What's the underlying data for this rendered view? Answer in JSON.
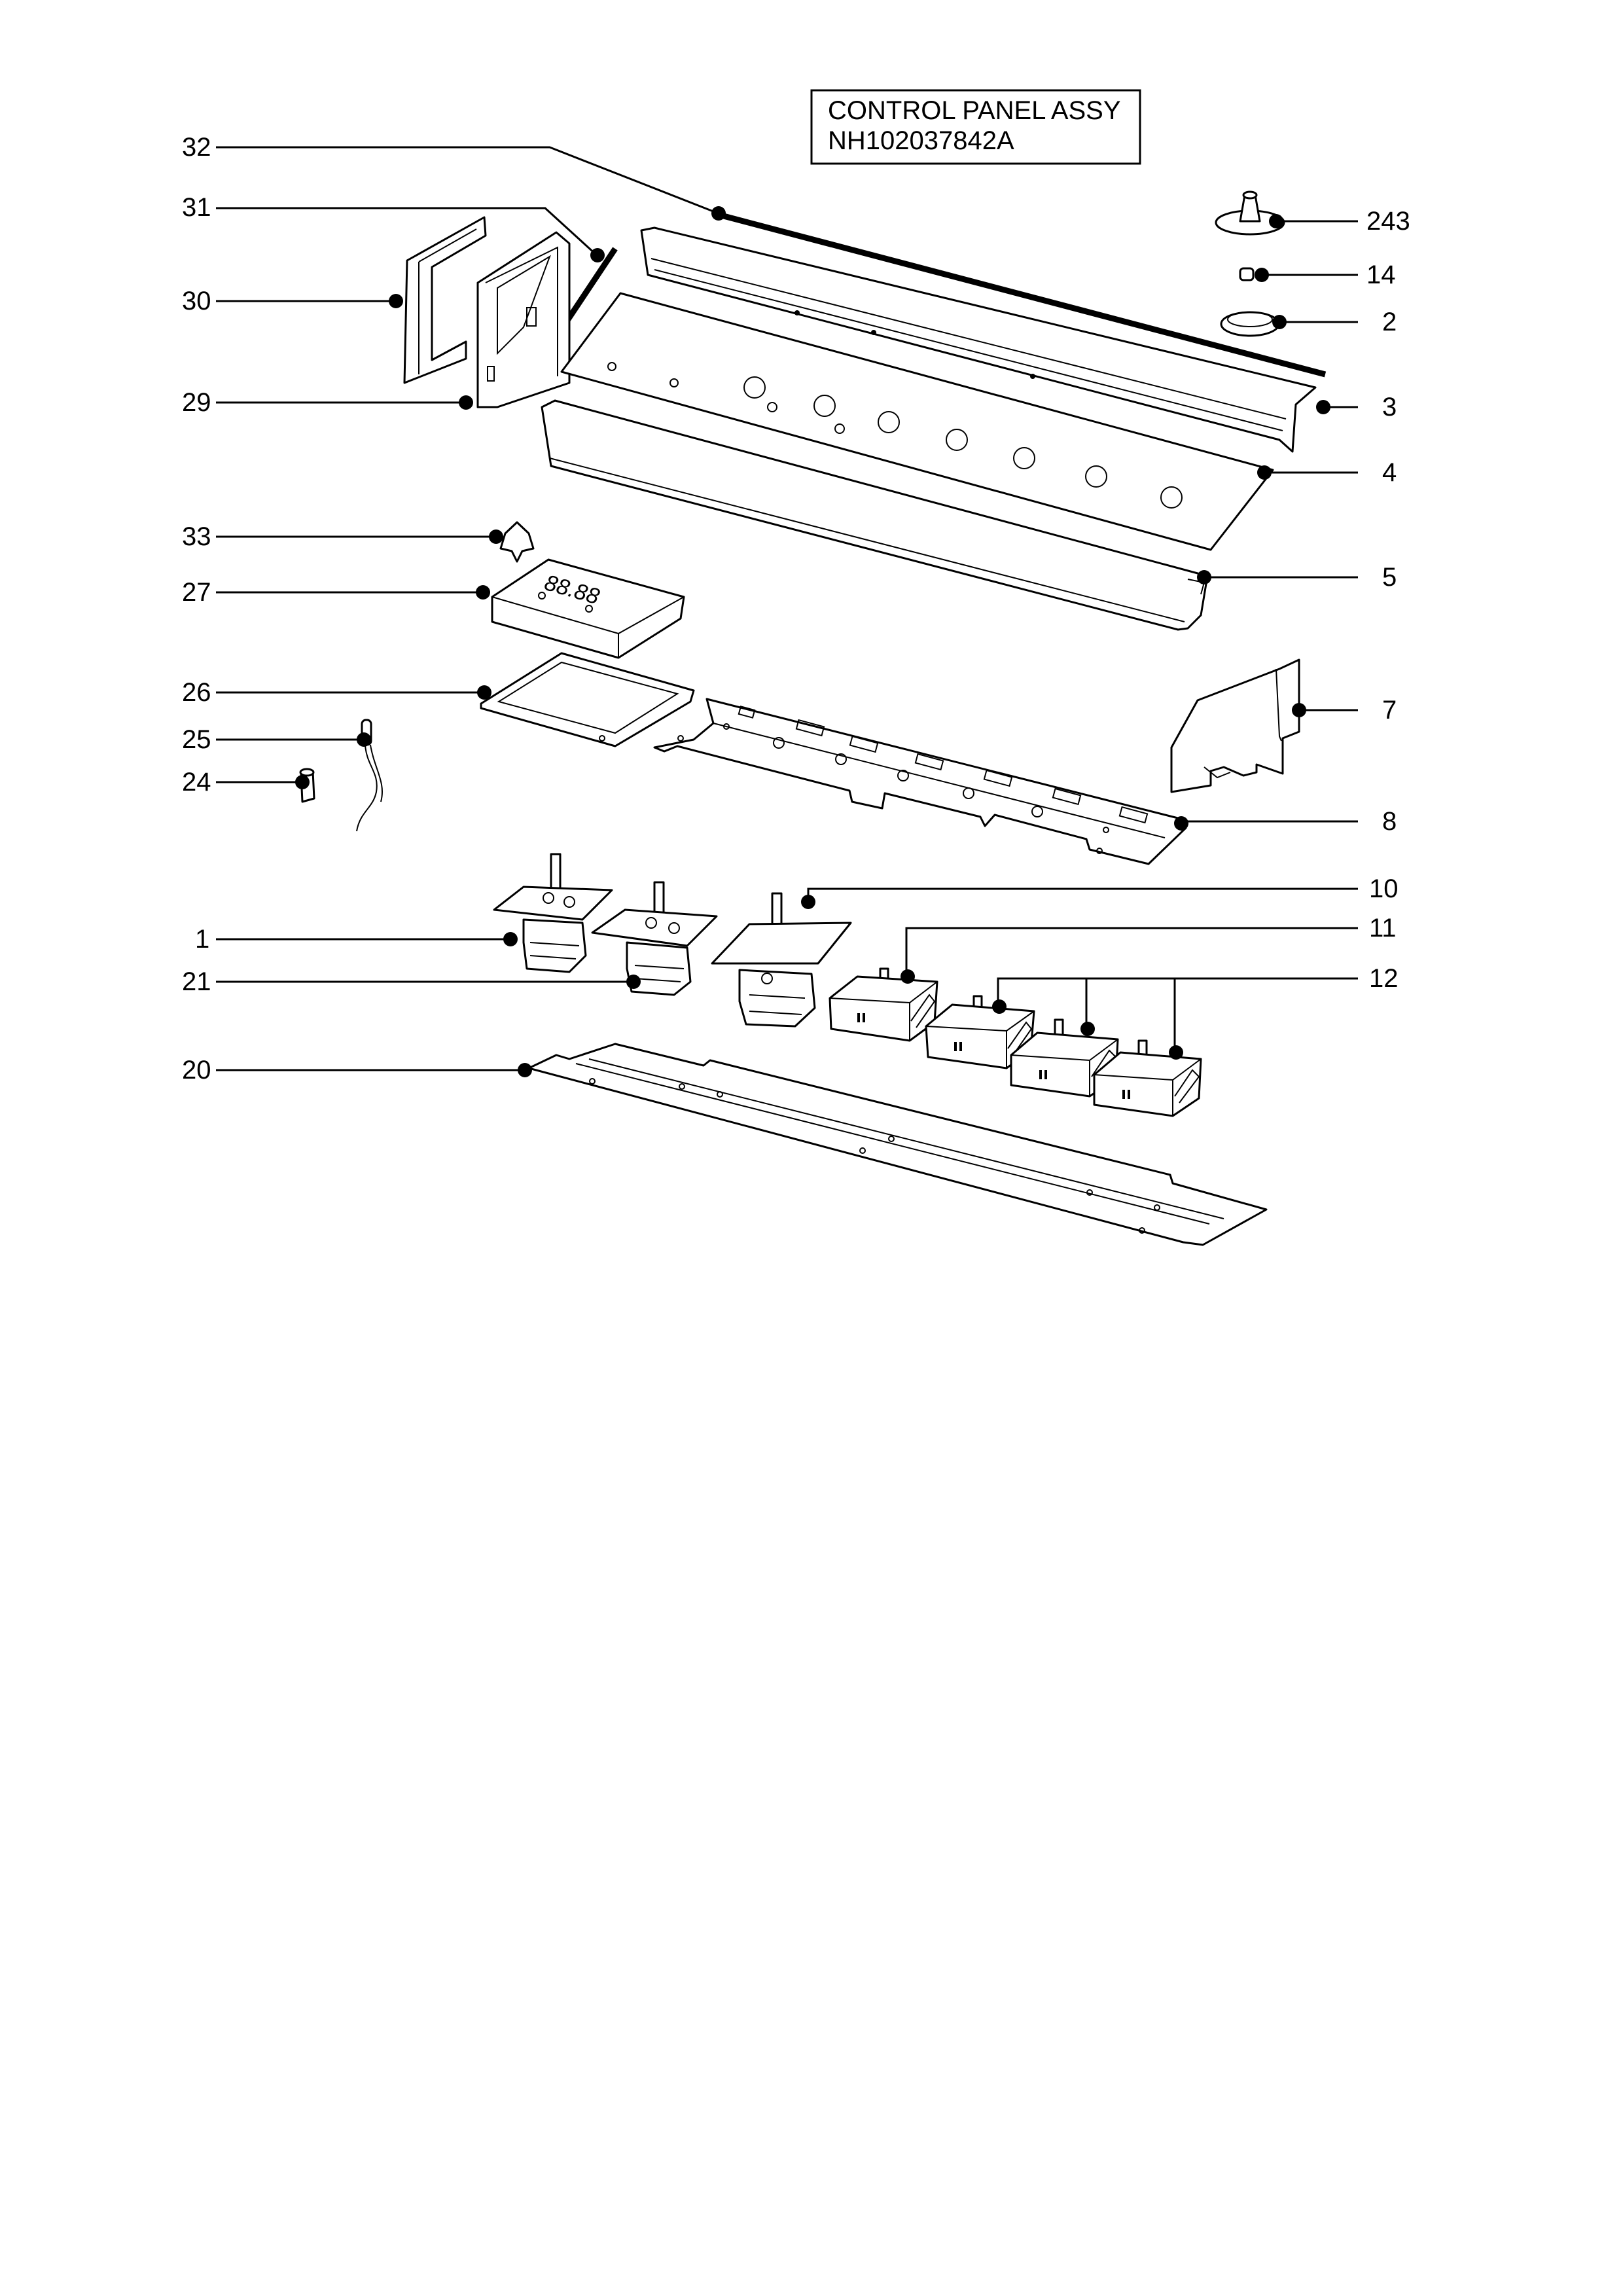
{
  "title": {
    "line1": "CONTROL PANEL ASSY",
    "line2": "NH102037842A"
  },
  "display": {
    "digits": "88.88"
  },
  "callouts": [
    {
      "id": "32",
      "label": "32"
    },
    {
      "id": "31",
      "label": "31"
    },
    {
      "id": "30",
      "label": "30"
    },
    {
      "id": "29",
      "label": "29"
    },
    {
      "id": "33",
      "label": "33"
    },
    {
      "id": "27",
      "label": "27"
    },
    {
      "id": "26",
      "label": "26"
    },
    {
      "id": "25",
      "label": "25"
    },
    {
      "id": "24",
      "label": "24"
    },
    {
      "id": "1",
      "label": "1"
    },
    {
      "id": "21",
      "label": "21"
    },
    {
      "id": "20",
      "label": "20"
    },
    {
      "id": "243",
      "label": "243"
    },
    {
      "id": "14",
      "label": "14"
    },
    {
      "id": "2",
      "label": "2"
    },
    {
      "id": "3",
      "label": "3"
    },
    {
      "id": "4",
      "label": "4"
    },
    {
      "id": "5",
      "label": "5"
    },
    {
      "id": "7",
      "label": "7"
    },
    {
      "id": "8",
      "label": "8"
    },
    {
      "id": "10",
      "label": "10"
    },
    {
      "id": "11",
      "label": "11"
    },
    {
      "id": "12",
      "label": "12"
    }
  ]
}
